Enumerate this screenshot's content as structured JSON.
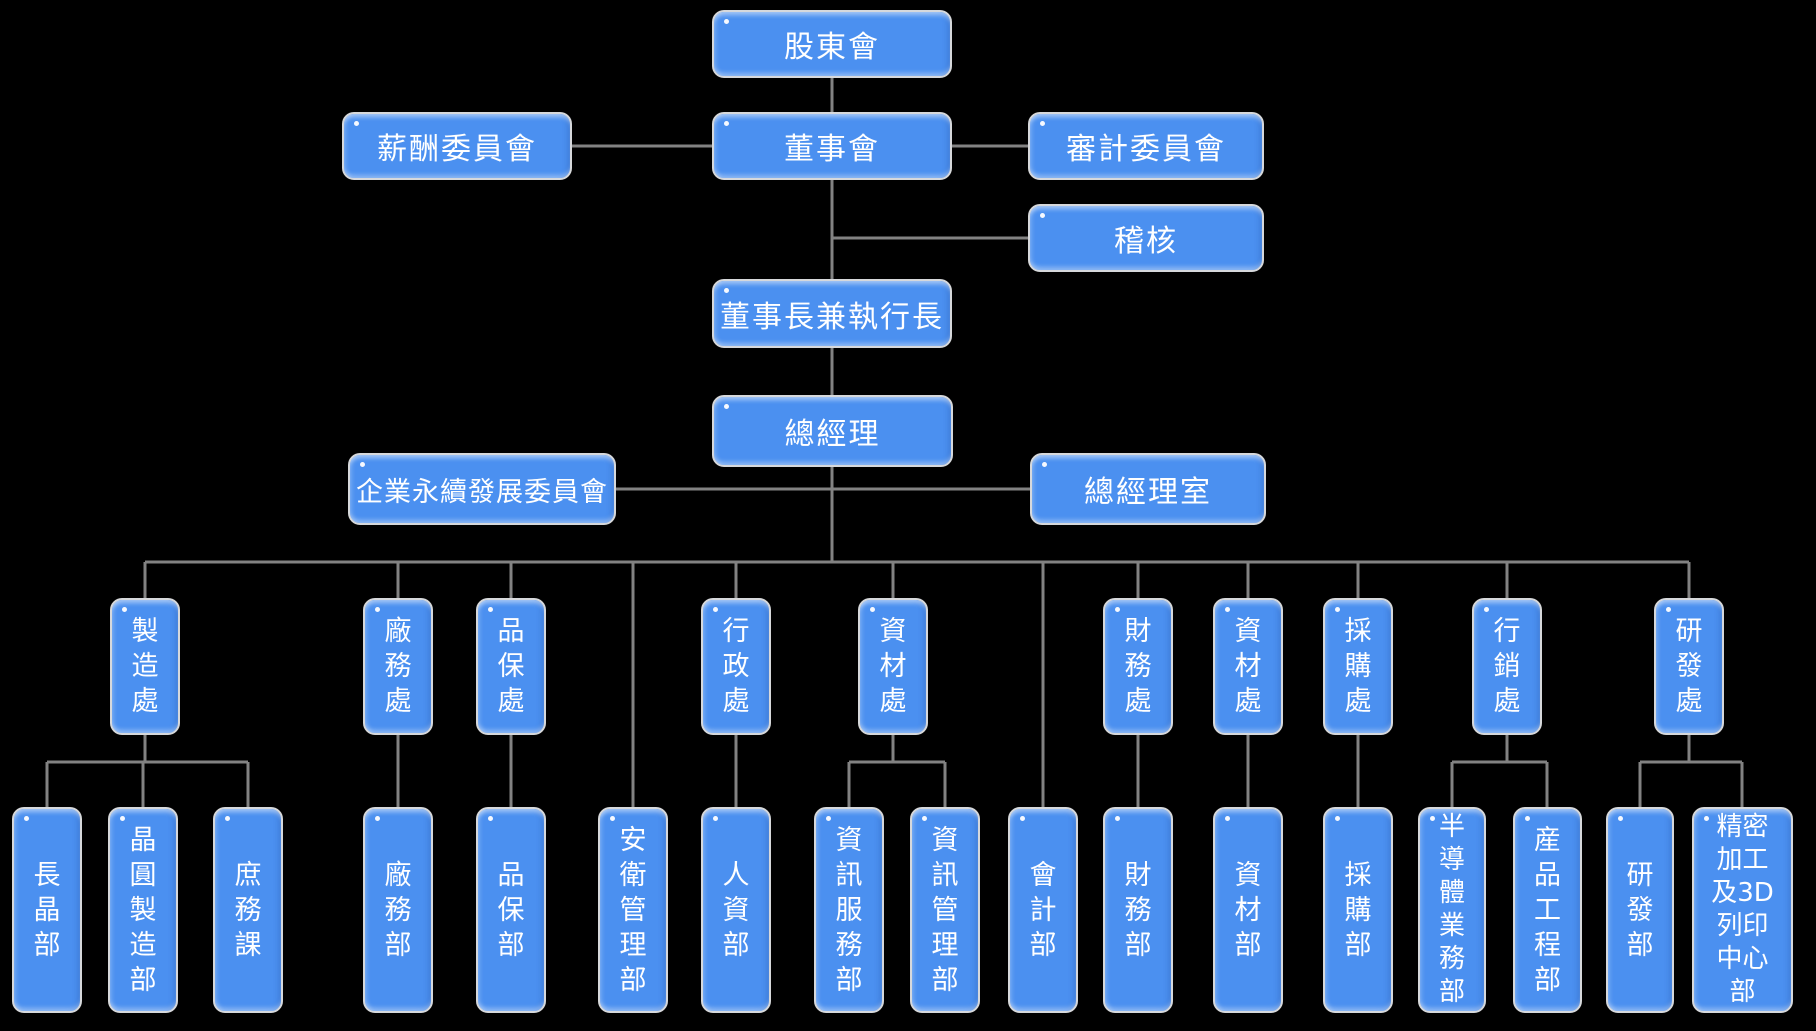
{
  "org": {
    "type": "org-chart",
    "colors": {
      "background": "#000000",
      "node_fill": "#4b90f0",
      "node_border": "#d6d8db",
      "node_text": "#ffffff",
      "connector": "#828282"
    },
    "nodes": [
      {
        "id": "shareholders-meeting",
        "label": "股東會",
        "parent": null
      },
      {
        "id": "compensation-committee",
        "label": "薪酬委員會",
        "parent": "board-of-directors"
      },
      {
        "id": "board-of-directors",
        "label": "董事會",
        "parent": "shareholders-meeting"
      },
      {
        "id": "audit-committee",
        "label": "審計委員會",
        "parent": "board-of-directors"
      },
      {
        "id": "internal-audit",
        "label": "稽核",
        "parent": "board-of-directors"
      },
      {
        "id": "chairman-and-ceo",
        "label": "董事長兼執行長",
        "parent": "board-of-directors"
      },
      {
        "id": "general-manager",
        "label": "總經理",
        "parent": "chairman-and-ceo"
      },
      {
        "id": "sustainability-committee",
        "label": "企業永續發展委員會",
        "parent": "general-manager"
      },
      {
        "id": "gm-office",
        "label": "總經理室",
        "parent": "general-manager"
      },
      {
        "id": "manufacturing-division",
        "label": "製\n造\n處",
        "parent": "general-manager"
      },
      {
        "id": "facility-division",
        "label": "廠\n務\n處",
        "parent": "general-manager"
      },
      {
        "id": "qa-division",
        "label": "品\n保\n處",
        "parent": "general-manager"
      },
      {
        "id": "administration-division",
        "label": "行\n政\n處",
        "parent": "general-manager"
      },
      {
        "id": "materials-division-1",
        "label": "資\n材\n處",
        "parent": "general-manager"
      },
      {
        "id": "finance-division",
        "label": "財\n務\n處",
        "parent": "general-manager"
      },
      {
        "id": "materials-division-2",
        "label": "資\n材\n處",
        "parent": "general-manager"
      },
      {
        "id": "procurement-division",
        "label": "採\n購\n處",
        "parent": "general-manager"
      },
      {
        "id": "marketing-division",
        "label": "行\n銷\n處",
        "parent": "general-manager"
      },
      {
        "id": "rd-division",
        "label": "研\n發\n處",
        "parent": "general-manager"
      },
      {
        "id": "crystal-growth-dept",
        "label": "長\n晶\n部",
        "parent": "manufacturing-division"
      },
      {
        "id": "wafer-manufacturing-dept",
        "label": "晶\n圓\n製\n造\n部",
        "parent": "manufacturing-division"
      },
      {
        "id": "general-affairs-section",
        "label": "庶\n務\n課",
        "parent": "manufacturing-division"
      },
      {
        "id": "facility-dept",
        "label": "廠\n務\n部",
        "parent": "facility-division"
      },
      {
        "id": "qa-dept",
        "label": "品\n保\n部",
        "parent": "qa-division"
      },
      {
        "id": "safety-health-management-dept",
        "label": "安\n衛\n管\n理\n部",
        "parent": "general-manager"
      },
      {
        "id": "hr-dept",
        "label": "人\n資\n部",
        "parent": "administration-division"
      },
      {
        "id": "information-service-dept",
        "label": "資\n訊\n服\n務\n部",
        "parent": "materials-division-1"
      },
      {
        "id": "information-management-dept",
        "label": "資\n訊\n管\n理\n部",
        "parent": "materials-division-1"
      },
      {
        "id": "accounting-dept",
        "label": "會\n計\n部",
        "parent": "general-manager"
      },
      {
        "id": "finance-dept",
        "label": "財\n務\n部",
        "parent": "finance-division"
      },
      {
        "id": "materials-dept",
        "label": "資\n材\n部",
        "parent": "materials-division-2"
      },
      {
        "id": "procurement-dept",
        "label": "採\n購\n部",
        "parent": "procurement-division"
      },
      {
        "id": "semiconductor-sales-dept",
        "label": "半\n導\n體\n業\n務\n部",
        "parent": "marketing-division"
      },
      {
        "id": "product-engineering-dept",
        "label": "産\n品\n工\n程\n部",
        "parent": "marketing-division"
      },
      {
        "id": "rd-dept",
        "label": "研\n發\n部",
        "parent": "rd-division"
      },
      {
        "id": "precision-3d-printing-center",
        "label": "精密\n加工\n及3D\n列印\n中心\n部",
        "parent": "rd-division"
      }
    ]
  }
}
